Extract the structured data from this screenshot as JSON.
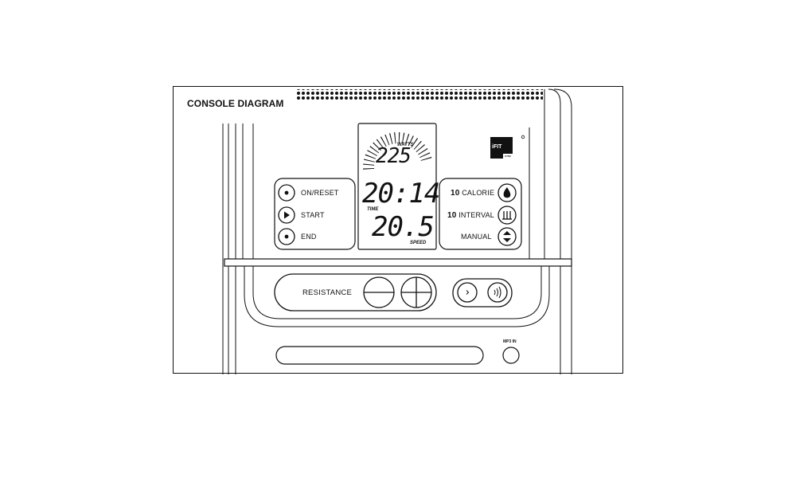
{
  "diagram_title": "CONSOLE DIAGRAM",
  "display": {
    "watts_label": "WATTS",
    "watts_value": "225",
    "time_value": "20:14",
    "time_label": "TIME",
    "speed_value": "20.5",
    "speed_label": "SPEED"
  },
  "left_buttons": [
    {
      "label": "ON/RESET",
      "icon": "dot-icon"
    },
    {
      "label": "START",
      "icon": "play-icon"
    },
    {
      "label": "END",
      "icon": "dot-icon"
    }
  ],
  "right_buttons": [
    {
      "number": "10",
      "label": "CALORIE",
      "icon": "flame-icon"
    },
    {
      "number": "10",
      "label": "INTERVAL",
      "icon": "interval-icon"
    },
    {
      "number": "",
      "label": "MANUAL",
      "icon": "up-down-arrows-icon"
    }
  ],
  "resistance_label": "RESISTANCE",
  "ifit": {
    "logo_text": "iFIT",
    "sub_text": "SYNC"
  },
  "mp3_label": "MP3 IN"
}
